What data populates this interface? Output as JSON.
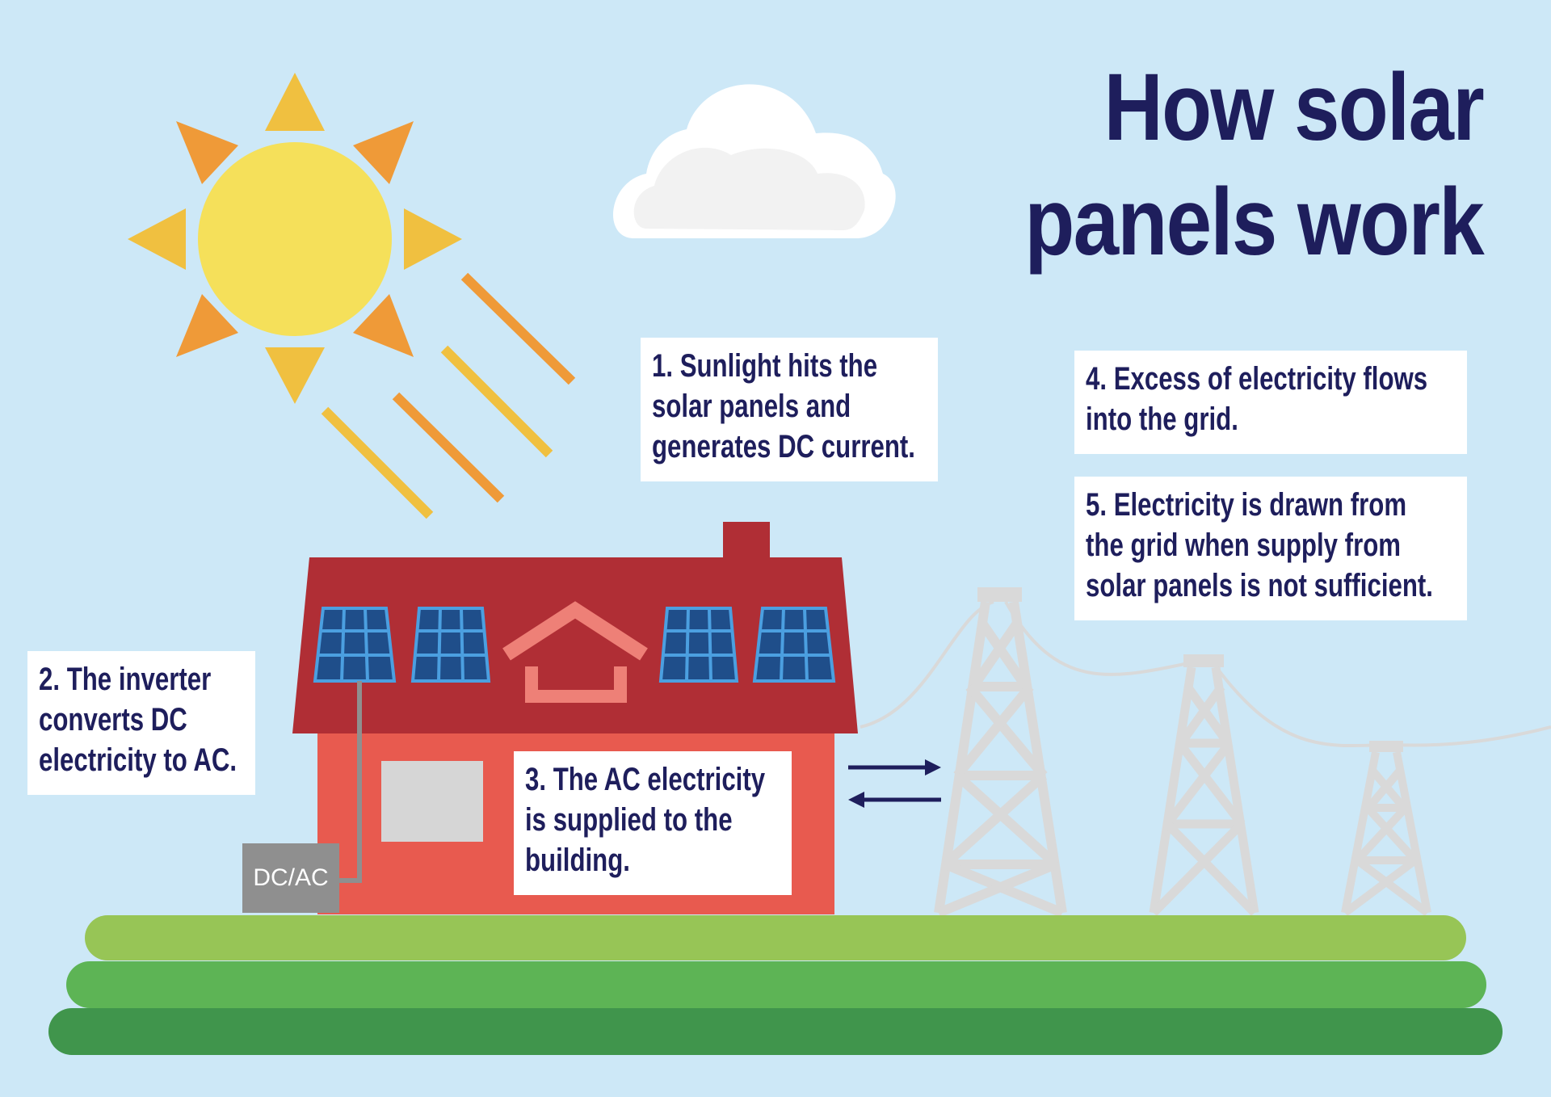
{
  "title": {
    "line1": "How solar",
    "line2": "panels work"
  },
  "steps": [
    {
      "text": "1. Sunlight hits the\nsolar panels and\ngenerates DC current."
    },
    {
      "text": "2. The inverter\nconverts DC\nelectricity to AC."
    },
    {
      "text": "3. The AC electricity\nis supplied to the\nbuilding."
    },
    {
      "text": "4. Excess of electricity flows\ninto the grid."
    },
    {
      "text": "5. Electricity is drawn from\nthe grid when supply from\nsolar panels is not sufficient."
    }
  ],
  "inverter": {
    "label": "DC/AC"
  },
  "colors": {
    "sky": "#cde8f7",
    "title": "#1e1e5c",
    "sun": "#f5e05a",
    "roof": "#b02e35",
    "wall": "#e85a4f",
    "panel": "#1f4e8a",
    "grass_light": "#97c556",
    "grass_mid": "#5db455",
    "grass_dark": "#40954c",
    "tower": "#d9d9d9"
  }
}
